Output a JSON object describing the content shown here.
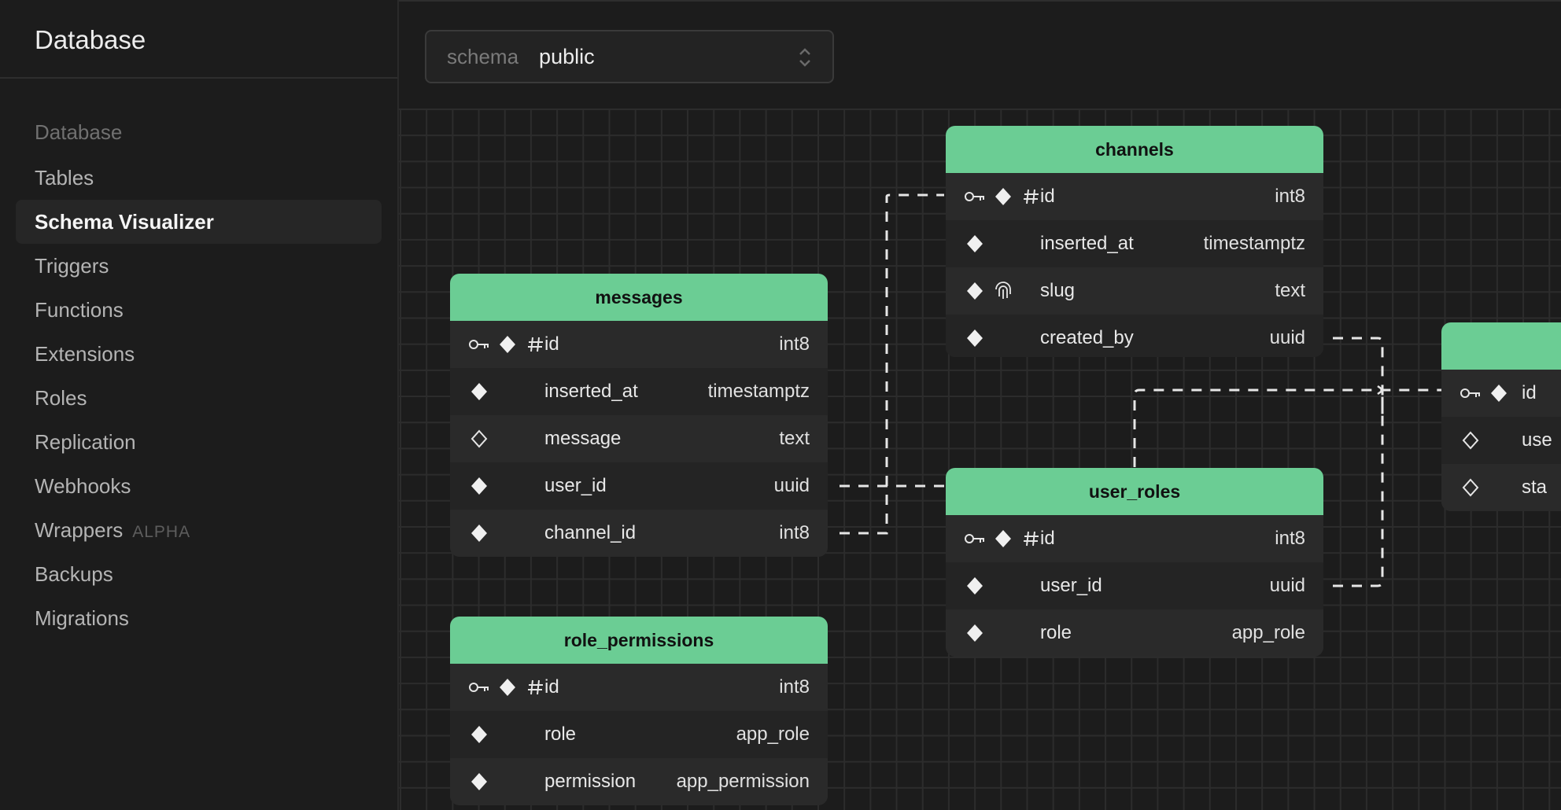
{
  "sidebar": {
    "title": "Database",
    "section_label": "Database",
    "items": [
      {
        "label": "Tables"
      },
      {
        "label": "Schema Visualizer",
        "active": true
      },
      {
        "label": "Triggers"
      },
      {
        "label": "Functions"
      },
      {
        "label": "Extensions"
      },
      {
        "label": "Roles"
      },
      {
        "label": "Replication"
      },
      {
        "label": "Webhooks"
      },
      {
        "label": "Wrappers",
        "badge": "ALPHA"
      },
      {
        "label": "Backups"
      },
      {
        "label": "Migrations"
      }
    ]
  },
  "schema_selector": {
    "label": "schema",
    "value": "public"
  },
  "colors": {
    "header_accent": "#6bcd94",
    "background": "#1c1c1c"
  },
  "tables": {
    "channels": {
      "name": "channels",
      "columns": [
        {
          "name": "id",
          "type": "int8",
          "icons": [
            "key-icon",
            "filled-diamond-icon",
            "hash-icon"
          ]
        },
        {
          "name": "inserted_at",
          "type": "timestamptz",
          "icons": [
            "filled-diamond-icon"
          ]
        },
        {
          "name": "slug",
          "type": "text",
          "icons": [
            "filled-diamond-icon",
            "fingerprint-icon"
          ]
        },
        {
          "name": "created_by",
          "type": "uuid",
          "icons": [
            "filled-diamond-icon"
          ]
        }
      ]
    },
    "messages": {
      "name": "messages",
      "columns": [
        {
          "name": "id",
          "type": "int8",
          "icons": [
            "key-icon",
            "filled-diamond-icon",
            "hash-icon"
          ]
        },
        {
          "name": "inserted_at",
          "type": "timestamptz",
          "icons": [
            "filled-diamond-icon"
          ]
        },
        {
          "name": "message",
          "type": "text",
          "icons": [
            "outline-diamond-icon"
          ]
        },
        {
          "name": "user_id",
          "type": "uuid",
          "icons": [
            "filled-diamond-icon"
          ]
        },
        {
          "name": "channel_id",
          "type": "int8",
          "icons": [
            "filled-diamond-icon"
          ]
        }
      ]
    },
    "user_roles": {
      "name": "user_roles",
      "columns": [
        {
          "name": "id",
          "type": "int8",
          "icons": [
            "key-icon",
            "filled-diamond-icon",
            "hash-icon"
          ]
        },
        {
          "name": "user_id",
          "type": "uuid",
          "icons": [
            "filled-diamond-icon"
          ]
        },
        {
          "name": "role",
          "type": "app_role",
          "icons": [
            "filled-diamond-icon"
          ]
        }
      ]
    },
    "role_permissions": {
      "name": "role_permissions",
      "columns": [
        {
          "name": "id",
          "type": "int8",
          "icons": [
            "key-icon",
            "filled-diamond-icon",
            "hash-icon"
          ]
        },
        {
          "name": "role",
          "type": "app_role",
          "icons": [
            "filled-diamond-icon"
          ]
        },
        {
          "name": "permission",
          "type": "app_permission",
          "icons": [
            "filled-diamond-icon"
          ]
        }
      ]
    },
    "partial_table": {
      "name": "",
      "columns": [
        {
          "name": "id",
          "type": "",
          "icons": [
            "key-icon",
            "filled-diamond-icon"
          ]
        },
        {
          "name": "use",
          "type": "",
          "icons": [
            "outline-diamond-icon"
          ]
        },
        {
          "name": "sta",
          "type": "",
          "icons": [
            "outline-diamond-icon"
          ]
        }
      ]
    }
  }
}
